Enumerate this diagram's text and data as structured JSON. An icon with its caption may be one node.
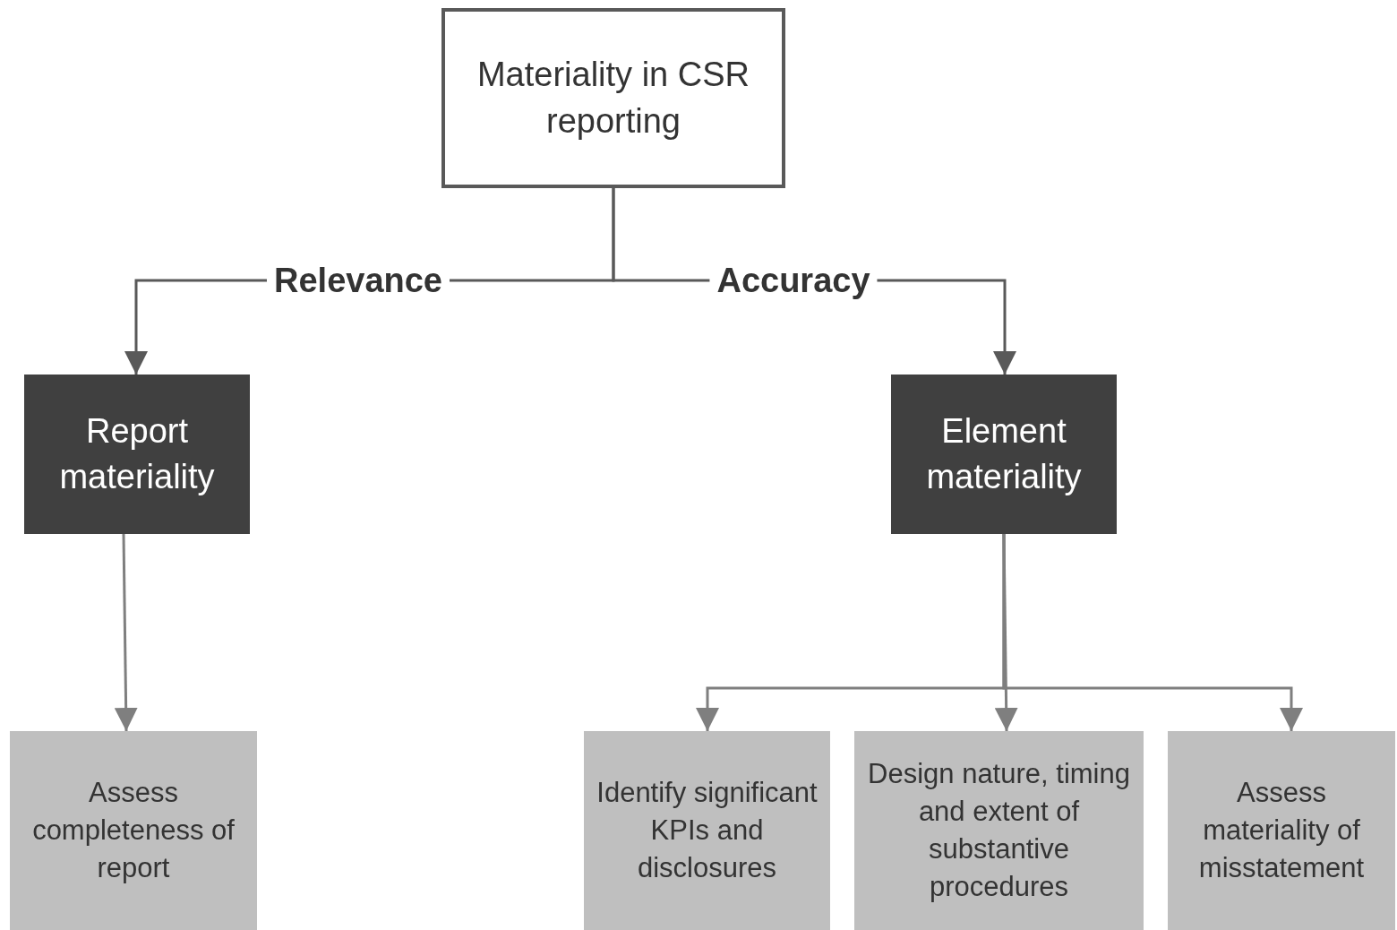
{
  "diagram": {
    "nodes": [
      {
        "text": [
          "Materiality in CSR reporting"
        ]
      },
      {
        "text": [
          "Report materiality"
        ]
      },
      {
        "text": [
          "Element materiality"
        ]
      },
      {
        "text": [
          "Assess completeness of report"
        ]
      },
      {
        "text": [
          "Identify significant KPIs and disclosures"
        ]
      },
      {
        "text": [
          "Design nature, timing and extent of substantive procedures"
        ]
      },
      {
        "text": [
          "Assess materiality of misstatement"
        ]
      }
    ],
    "edges": [
      {
        "from": 0,
        "to": 1,
        "arrow": "to",
        "label": "Relevance",
        "color": "#595959"
      },
      {
        "from": 0,
        "to": 2,
        "arrow": "to",
        "label": "Accuracy",
        "color": "#595959"
      },
      {
        "from": 1,
        "to": 3,
        "arrow": "to"
      },
      {
        "from": 2,
        "to": 4,
        "arrow": "to"
      },
      {
        "from": 2,
        "to": 5,
        "arrow": "to"
      },
      {
        "from": 2,
        "to": 6,
        "arrow": "to"
      }
    ]
  }
}
